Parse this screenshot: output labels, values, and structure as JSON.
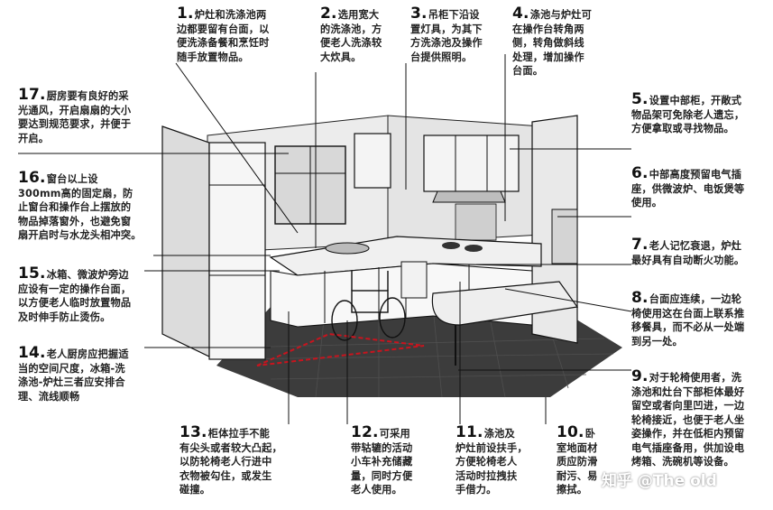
{
  "notes": [
    {
      "id": "n1",
      "num": "1.",
      "text": "炉灶和洗涤池两\n边都要留有台面，以\n便洗涤备餐和烹饪时\n随手放置物品。"
    },
    {
      "id": "n2",
      "num": "2.",
      "text": "选用宽大\n的洗涤池，方\n便老人洗涤较\n大炊具。"
    },
    {
      "id": "n3",
      "num": "3.",
      "text": "吊柜下沿设\n置灯具，为其下\n方洗涤池及操作\n台提供照明。"
    },
    {
      "id": "n4",
      "num": "4.",
      "text": "涤池与炉灶可\n在操作台转角两\n侧，转角做斜线\n处理，增加操作\n台面。"
    },
    {
      "id": "n5",
      "num": "5.",
      "text": "设置中部柜，开敞式\n物品架可免除老人遗忘，\n方便拿取或寻找物品。"
    },
    {
      "id": "n6",
      "num": "6.",
      "text": "中部高度预留电气插\n座，供微波炉、电饭煲等\n使用。"
    },
    {
      "id": "n7",
      "num": "7.",
      "text": "老人记忆衰退，炉灶\n最好具有自动断火功能。"
    },
    {
      "id": "n8",
      "num": "8.",
      "text": "台面应连续，一边轮\n椅使用这在台面上联系推\n移餐具，而不必从一处端\n到另一处。"
    },
    {
      "id": "n9",
      "num": "9.",
      "text": "对于轮椅使用者，洗\n涤池和灶台下部柜体最好\n留空或者向里凹进，一边\n轮椅接近，也便于老人坐\n姿操作，并在低柜内预留\n电气插座备用，供加设电\n烤箱、洗碗机等设备。"
    },
    {
      "id": "n10",
      "num": "10.",
      "text": "卧\n室地面材\n质应防滑\n耐污、易\n擦拭。"
    },
    {
      "id": "n11",
      "num": "11.",
      "text": "涤池及\n炉灶前设扶手，\n方便轮椅老人\n活动时拉拽扶\n手借力。"
    },
    {
      "id": "n12",
      "num": "12.",
      "text": "可采用\n带轱辘的活动\n小车补充储藏\n量，同时方便\n老人使用。"
    },
    {
      "id": "n13",
      "num": "13.",
      "text": "柜体拉手不能\n有尖头或者较大凸起，\n以防轮椅老人行进中\n衣物被勾住，或发生\n碰撞。"
    },
    {
      "id": "n14",
      "num": "14.",
      "text": "老人厨房应把握适\n当的空间尺度，冰箱-洗\n涤池-炉灶三者应安排合\n理、流线顺畅"
    },
    {
      "id": "n15",
      "num": "15.",
      "text": "冰箱、微波炉旁边\n应设有一定的操作台面，\n以方便老人临时放置物品\n及时伸手防止烫伤。"
    },
    {
      "id": "n16",
      "num": "16.",
      "text": "窗台以上设\n300mm高的固定扇，防\n止窗台和操作台上摆放的\n物品掉落窗外，也避免窗\n扇开启时与水龙头相冲突。"
    },
    {
      "id": "n17",
      "num": "17.",
      "text": "厨房要有良好的采\n光通风，开启扇扇的大小\n要达到规范要求，并便于\n开启。"
    }
  ],
  "watermark": "知乎 @The old",
  "colors": {
    "floor": "#3c3c3c",
    "wall": "#ededed",
    "cabinet": "#f7f7f7",
    "line": "#111111",
    "triangle": "#c8141e"
  }
}
